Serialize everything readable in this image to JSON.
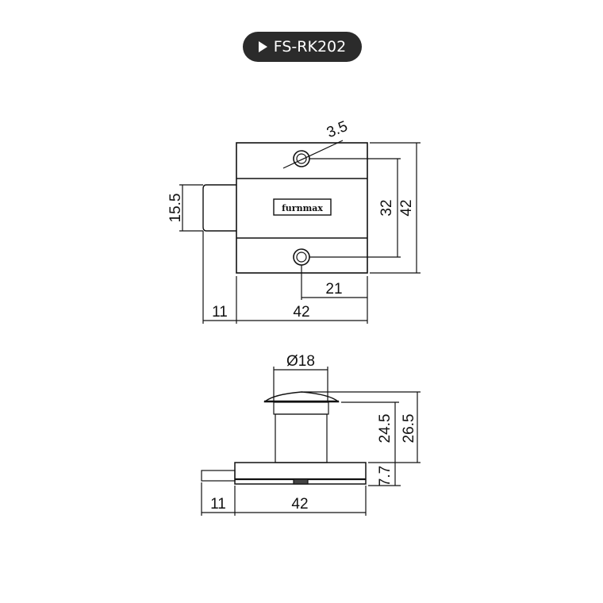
{
  "badge": {
    "icon": "play-triangle-icon",
    "label": "FS-RK202"
  },
  "brand_logo": "furnmax",
  "front_view": {
    "dims": {
      "hole": "3.5",
      "bolt_height": "15.5",
      "hole_spacing": "32",
      "height": "42",
      "hole_offset": "21",
      "bolt_length": "11",
      "width": "42"
    }
  },
  "side_view": {
    "dims": {
      "diameter": "Ø18",
      "cylinder_height": "24.5",
      "total_height": "26.5",
      "body_thickness": "7.7",
      "bolt_length": "11",
      "width": "42"
    }
  },
  "colors": {
    "badge_bg": "#2b2b2b",
    "line": "#111111"
  }
}
